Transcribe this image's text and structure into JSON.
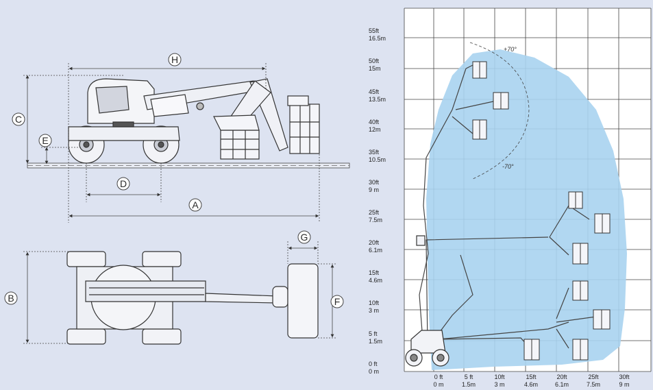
{
  "dimension_labels": {
    "A": "A",
    "B": "B",
    "C": "C",
    "D": "D",
    "E": "E",
    "F": "F",
    "G": "G",
    "H": "H"
  },
  "angle_labels": {
    "up": "+70°",
    "down": "-70°"
  },
  "y_ticks": [
    {
      "ft": "55ft",
      "m": "16.5m"
    },
    {
      "ft": "50ft",
      "m": "15m"
    },
    {
      "ft": "45ft",
      "m": "13.5m"
    },
    {
      "ft": "40ft",
      "m": "12m"
    },
    {
      "ft": "35ft",
      "m": "10.5m"
    },
    {
      "ft": "30ft",
      "m": "9 m"
    },
    {
      "ft": "25ft",
      "m": "7.5m"
    },
    {
      "ft": "20ft",
      "m": "6.1m"
    },
    {
      "ft": "15ft",
      "m": "4.6m"
    },
    {
      "ft": "10ft",
      "m": "3 m"
    },
    {
      "ft": "5 ft",
      "m": "1.5m"
    },
    {
      "ft": "0 ft",
      "m": "0 m"
    }
  ],
  "x_ticks": [
    {
      "ft": "0 ft",
      "m": "0 m"
    },
    {
      "ft": "5 ft",
      "m": "1.5m"
    },
    {
      "ft": "10ft",
      "m": "3 m"
    },
    {
      "ft": "15ft",
      "m": "4.6m"
    },
    {
      "ft": "20ft",
      "m": "6.1m"
    },
    {
      "ft": "25ft",
      "m": "7.5m"
    },
    {
      "ft": "30ft",
      "m": "9 m"
    }
  ],
  "colors": {
    "background": "#dde3f1",
    "grid_background": "#ffffff",
    "envelope": "#a9d3f0",
    "line": "#333333"
  }
}
